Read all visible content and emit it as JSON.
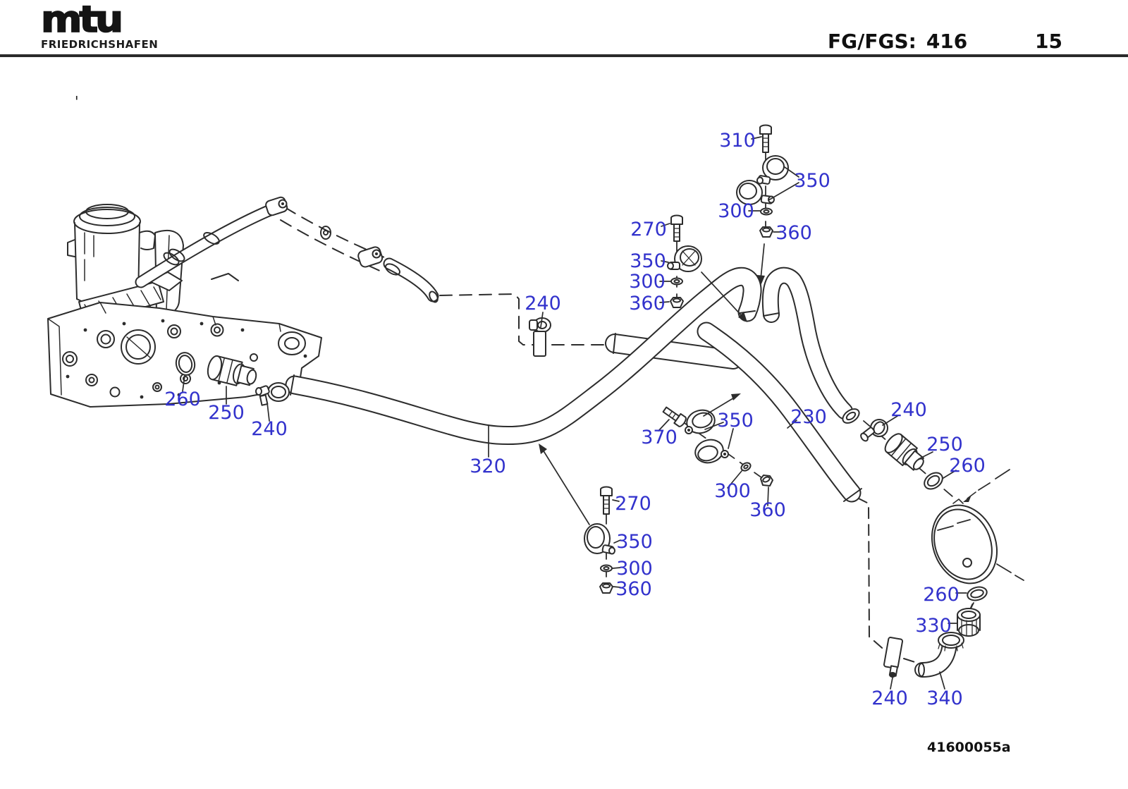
{
  "header": {
    "logo": "mtu",
    "logo_sub": "FRIEDRICHSHAFEN",
    "doc_code": "FG/FGS:",
    "doc_number": "416",
    "page": "15"
  },
  "diagram": {
    "drawing_number": "41600055a",
    "stray_mark": "'",
    "colors": {
      "label": "#3232cc",
      "line": "#2c2c2c"
    },
    "labels": [
      "310",
      "350",
      "300",
      "360",
      "270",
      "350",
      "300",
      "360",
      "240",
      "320",
      "270",
      "350",
      "300",
      "360",
      "370",
      "350",
      "300",
      "360",
      "230",
      "240",
      "250",
      "260",
      "260",
      "250",
      "240",
      "260",
      "330",
      "240",
      "340"
    ]
  }
}
